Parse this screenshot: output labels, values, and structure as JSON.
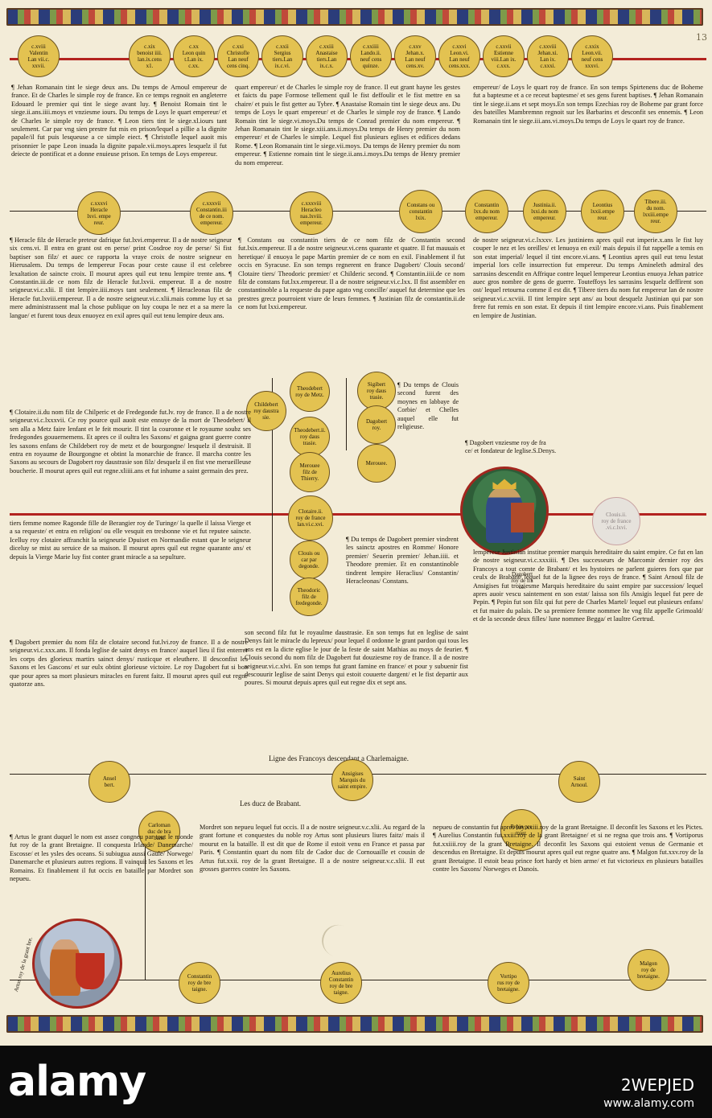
{
  "page": {
    "number": "13"
  },
  "row1": {
    "circles": [
      "c.xviii\nValentin\nLan vii.c.\nxxvii.",
      "c.xix\nbenoist iiii.\nlan.ix.cens\nx1.",
      "c.xx\nLeon quin\nt.Lan ix.\nc.xx.",
      "c.xxi\nChristofle\nLan neuf\ncens cinq.",
      "c.xxii\nSergius\ntiers.Lan\nix.c.vi.",
      "c.xxiii\nAnastaise\ntiers.Lan\nix.c.x.",
      "c.xxiiii\nLando.ii.\nneuf cens\nquinze.",
      "c.xxv\nJehan.x.\nLan neuf\ncens.xv.",
      "c.xxvi\nLeon.vi.\nLan neuf\ncens.xxx.",
      "c.xxvii\nEstienne\nviii.Lan ix.\nc.xxx.",
      "c.xxviii\nJehan.xi.\nLan ix.\nc.xxxi.",
      "c.xxix\nLeon.vii.\nneuf cens\nxxxvi."
    ],
    "col1": "¶ Jehan Romanain tint le siege deux ans. Du temps de Arnoul empereur de france. Et de Charles le simple roy de france. En ce temps regnoit en angleterre Edouard le premier qui tint le siege avant luy. ¶ Benoist Romain tint le siege.ii.ans.iiii.moys et vnziesme iours. Du temps de Loys le quart empereur/ et de Charles le simple roy de france. ¶ Leon tiers tint le siege.xl.iours tant seulement. Car par vng sien prestre fut mis en prison/lequel a pillie a la dignite papale/il fut puis lesqueuse a ce simple eiect. ¶ Christofle lequel auoit mis prisonnier le pape Leon inuada la dignite papale.vii.moys.apres lesquelz il fut deiecte de pontificat et a donne enuieuse prison. En temps de Loys empereur.",
    "col2": "quart empereur/ et de Charles le simple roy de france. Il eut grant hayne les gestes et faicts du pape Formose tellement quil le fist deffoulir et le fist mettre en sa chaire/ et puis le fist getter au Tybre. ¶ Anastaise Romain tint le siege deux ans. Du temps de Loys le quart empereur/ et de Charles le simple roy de france. ¶ Lando Romain tint le siege.vi.moys.Du temps de Conrad premier du nom empereur. ¶ Jehan Romanain tint le siege.xiii.ans.ii.moys.Du temps de Henry premier du nom empereur/ et de Charles le simple. Lequel fist plusieurs eglises et edifices dedans Rome. ¶ Leon Romanain tint le siege.vii.moys. Du temps de Henry premier du nom empereur. ¶ Estienne romain tint le siege.ii.ans.i.moys.Du temps de Henry premier du nom empereur.",
    "col3": "empereur/ de Loys le quart roy de france. En son temps Spirtenens duc de Boheme fut a baptesme et a ce receut baptesme/ et ses gens furent baptises. ¶ Jehan Romanain tint le siege.ii.ans et sept moys.En son temps Ezechias roy de Boheme par grant force des bateilles Mambremnn regnoit sur les Barbarins et desconfit ses ennemis. ¶ Leon Romanain tint le siege.iii.ans.vi.moys.Du temps de Loys le quart roy de france."
  },
  "row2": {
    "circles": [
      "c.xxxvi\nHeracle\nlxvi. empe\nreur.",
      "c.xxxvii\nConstantin.iii\nde ce nom.\nempereur.",
      "c.xxxviii\nHeracleo\nnas.lxviii.\nempereur.",
      "Constans ou\nconstantin\nlxix.",
      "Constantin\nlxx.du nom\nempereur.",
      "Justinia.ii.\nlxxi.du nom\nempereur.",
      "Leontius\nlxxii.empe\nreur.",
      "Tibere.iii.\ndu nom.\nlxxiii.empe\nreur."
    ],
    "col1": "¶ Heracle filz de Heracle preteur dafrique fut.lxvi.empereur. Il a de nostre seigneur six cens.vi. Il entra en grant ost en perse/ print Cosdroe roy de perse/ Si fist baptiser son filz/ et auec ce rapporta la vraye croix de nostre seigneur en Hierusalem. Du temps de lempereur Focas pour ceste cause il est celebree lexaltation de saincte croix. Il mourut apres quil eut tenu lempire trente ans. ¶ Constantin.iii.de ce nom filz de Heracle fut.lxvii. empereur. Il a de nostre seigneur.vi.c.xlii. Il tint lempire.iiii.moys tant seulement. ¶ Heracleonas filz de Heracle fut.lxviii.empereur. Il a de nostre seigneur.vi.c.xlii.mais comme luy et sa mere administrassent mal la chose publique on luy coupa le nez et a sa mere la langue/ et furent tous deux enuoyez en exil apres quil eut tenu lempire deux ans.",
    "col2": "¶ Constans ou constantin tiers de ce nom filz de Constantin second fut.lxix.empereur. Il a de nostre seigneur.vi.cens quarante et quatre. Il fut mauuais et heretique/ il enuoya le pape Martin premier de ce nom en exil. Finablement il fut occis en Syracuse. En son temps regnerent en france Dagobert/ Clouis second/ Clotaire tiers/ Theodoric premier/ et Childeric second. ¶ Constantin.iiii.de ce nom filz de constans fut.lxx.empereur. Il a de nostre seigneur.vi.c.lxx. Il fist assembler en constantinoble a la requeste du pape agato vng concille/ auquel fut determine que les prestres grecz pourroient viure de leurs femmes. ¶ Justinian filz de constantin.ii.de ce nom fut lxxi.empereur.",
    "col3": "de nostre seigneur.vi.c.lxxxv. Les justiniens apres quil eut imperie.x.ans le fist luy couper le nez et les oreilles/ et lenuoya en exil/ mais depuis il fut rappelle a temis en son estat imperial/ lequel il tint encore.vi.ans. ¶ Leontius apres quil eut tenu lestat imperial lors celle insurrection fut empereur. Du temps Amineleth admiral des sarrasins descendit en Affrique contre lequel lempereur Leontius enuoya Jehan patrice auec gros nombre de gens de guerre. Touteffoys les sarrasins lesquelz deffirent son ost/ lequel retourna comme il est dit. ¶ Tibere tiers du nom fut empereur lan de nostre seigneur.vi.c.xcviii. Il tint lempire sept ans/ au bout desquelz Justinian qui par son frere fut remis en son estat. Et depuis il tint lempire encore.vi.ans. Puis finablement en lempire de Justinian."
  },
  "row3": {
    "circles_left": [
      "Childebert\nroy daustra\nsie.",
      "Theodebert\nroy de Metz.",
      "Theodebert.ii.\nroy daus\ntrasie.",
      "Merouee\nfilz de\nThierry."
    ],
    "circle_center": "Clotaire.ii.\nroy de france\nlan.vi.c.xvi.",
    "circles_right": [
      "Sigibert\nroy daus\ntrasie.",
      "Dagobert\nroy.",
      "Merouee."
    ],
    "circles_lower": [
      "Clouis ou\ncar par\ndegonde.",
      "Theodoric\nfilz de\nfredegonde."
    ],
    "portrait_caption": "Dagobert\nroy de fra\nce.",
    "dim_circle": "Clouis.ii.\nroy de france\n.vi.c.lxvi.",
    "caption_dagobert": "¶ Dagobert vnziesme roy de fra\nce/ et fondateur de leglise.S.Denys.",
    "middle_note": "¶ Du temps de Clouis second furent des moynes en labbaye de Corbie/ et Chelles auquel elle fut religieuse.",
    "col1": "¶ Clotaire.ii.du nom filz de Chilperic et de Fredegonde fut.lv. roy de france. Il a de nostre seigneur.vi.c.lxxxvii. Ce roy pource quil auoit este ennuye de la mort de Theodebert/ il sen alla a Metz faire lenfant et le feit mourir. Il tint la couronne et le royaume soubz ses fredegondes gouuernemens. Et apres ce il oultra les Saxons/ et gaigna grant guerre contre les saxons enfans de Childebert roy de metz et de bourgongne/ lesquelz il destruisit. Il entra en royaume de Bourgongne et obtint la monarchie de france. Il marcha contre les Saxons au secours de Dagobert roy daustrasie son filz/ desquelz il en fist vne merueilleuse boucherie. Il mourut apres quil eut regne.xliiii.ans et fut inhume a saint germain des prez.",
    "col2": "¶ Du temps de Dagobert premier vindrent les sainctz apostres en Romme/ Honore premier/ Seuerin premier/ Jehan.iiii. et Theodore premier. Et en constantinoble tindrent lempire Heraclius/ Constantin/ Heracleonas/ Constans.",
    "col_lower": "tiers femme nomee Ragonde fille de Berangier roy de Turinge/ la quelle il laissa Vierge et a sa requeste/ et entra en religion/ ou elle vesquit en tresbonne vie et fut reputee saincte. Icelluy roy clotaire affranchit la seigneurie Dpuiset en Normandie estant que le seigneur diceluy se mist au seruice de sa maison. Il mourut apres quil eut regne quarante ans/ et depuis la Vierge Marie luy fist conter grant miracle a sa sepulture.",
    "col_lower_mid": "¶ Dagobert premier du nom filz de clotaire second fut.lvi.roy de france. Il a de nostre seigneur.vi.c.xxx.ans. Il fonda leglise de saint denys en france/ auquel lieu il fist enterrer les corps des glorieux martirs sainct denys/ rusticque et eleuthere. Il desconfist les Saxons et les Gascons/ et sur eulx obtint glorieuse victoire. Le roy Dagobert fut si bon que pour apres sa mort plusieurs miracles en furent faitz. Il mourut apres quil eut regne quatorze ans.",
    "col_lower_right": "son second filz fut le royaulme daustrasie. En son temps fut en leglise de saint Denys fait le miracle du lepreux/ pour lequel il ordonne le grant pardon qui tous les ans est en la dicte eglise le jour de la feste de saint Mathias au moys de feurier. ¶ Clouis second du nom filz de Dagobert fut douziesme roy de france. Il a de nostre seigneur.vi.c.xlvi. En son temps fut grant famine en france/ et pour y subuenir fist descouurir leglise de saint Denys qui estoit couuerte dargent/ et le fist departir aux poures. Si mourut depuis apres quil eut regne dix et sept ans.",
    "col_right_lower": "lempereur Justinian institue premier marquis hereditaire du saint empire. Ce fut en lan de nostre seigneur.vi.c.xxxiiii. ¶ Des successeurs de Marcomir dernier roy des Francoys a tout comte de Brabant/ et les hystoires ne parlent guieres fors que par ceulx de Brabant/ lequel fut de la lignee des roys de france. ¶ Saint Arnoul filz de Ansigises fut troiziesme Marquis hereditaire du saint empire par succession/ lequel apres auoir vescu saintement en son estat/ laissa son fils Ansigis lequel fut pere de Pepin. ¶ Pepin fut son filz qui fut pere de Charles Martel/ lequel eut plusieurs enfans/ et fut maire du palais. De sa premiere femme nommee Ite vng filz appelle Grimoald/ et de la seconde deux filles/ lune nommee Begga/ et laultre Gertrud."
  },
  "row4": {
    "heading": "Ligne des Francoys descendant a Charlemaigne.",
    "subheading": "Les ducz de Brabant.",
    "circles": [
      "Ansel\nbert.",
      "Ansigises\nMarquis du\nsaint empire.",
      "Saint\nArnoul.",
      "Carloman\nduc de bra\nbant.",
      "Pepin pre\nmier.",
      "Constantin\nroy de bre\ntaigne.",
      "Aurelius\nConstantin\nroy de bre\ntaigne.",
      "Vortipo\nrus roy de\nbretaigne.",
      "Malgon\nroy de\nbretaigne."
    ],
    "col1": "¶ Artus le grant duquel le nom est assez congneu par tout le monde fut roy de la grant Bretaigne. Il conquesta Irlande/ Danemarche/ Escosse/ et les ysles des oceans. Si subiugua aussi Gaule/ Norwege/ Danemarche et plusieurs autres regions. Il vainquit les Saxons et les Romains. Et finablement il fut occis en bataille par Mordret son nepueu.",
    "col2": "Mordret son nepueu lequel fut occis. Il a de nostre seigneur.v.c.xlii. Au regard de la grant fortune et conquestes du noble roy Artus sont plusieurs liures faitz/ mais il mourut en la bataille. Il est dit que de Rome il estoit venu en France et passa par Paris. ¶ Constantin quart du nom filz de Cador duc de Cornouaille et cousin de Artus fut.xxii. roy de la grant Bretaigne. Il a de nostre seigneur.v.c.xlii. Il eut grosses guerres contre les Saxons.",
    "col3": "nepueu de constantin fut apres luy.xxiii.roy de la grant Bretaigne. Il deconfit les Saxons et les Pictes. ¶ Aurelius Constantin fut.xxiii.roy de la grant Bretaigne/ et si ne regna que trois ans. ¶ Vortiporus fut.xxiiii.roy de la grant Bretaigne. Il deconfit les Saxons qui estoient venus de Germanie et descendus en Bretaigne. Et depuis mourut apres quil eut regne quatre ans. ¶ Malgon fut.xxv.roy de la grant Bretaigne. Il estoit beau prince fort hardy et bien arme/ et fut victorieux en plusieurs batailles contre les Saxons/ Norweges et Danois.",
    "sidetext": "Artus roy de la grant bre."
  },
  "footer": {
    "brand": "alamy",
    "image_id": "2WEPJED",
    "site": "www.alamy.com"
  }
}
